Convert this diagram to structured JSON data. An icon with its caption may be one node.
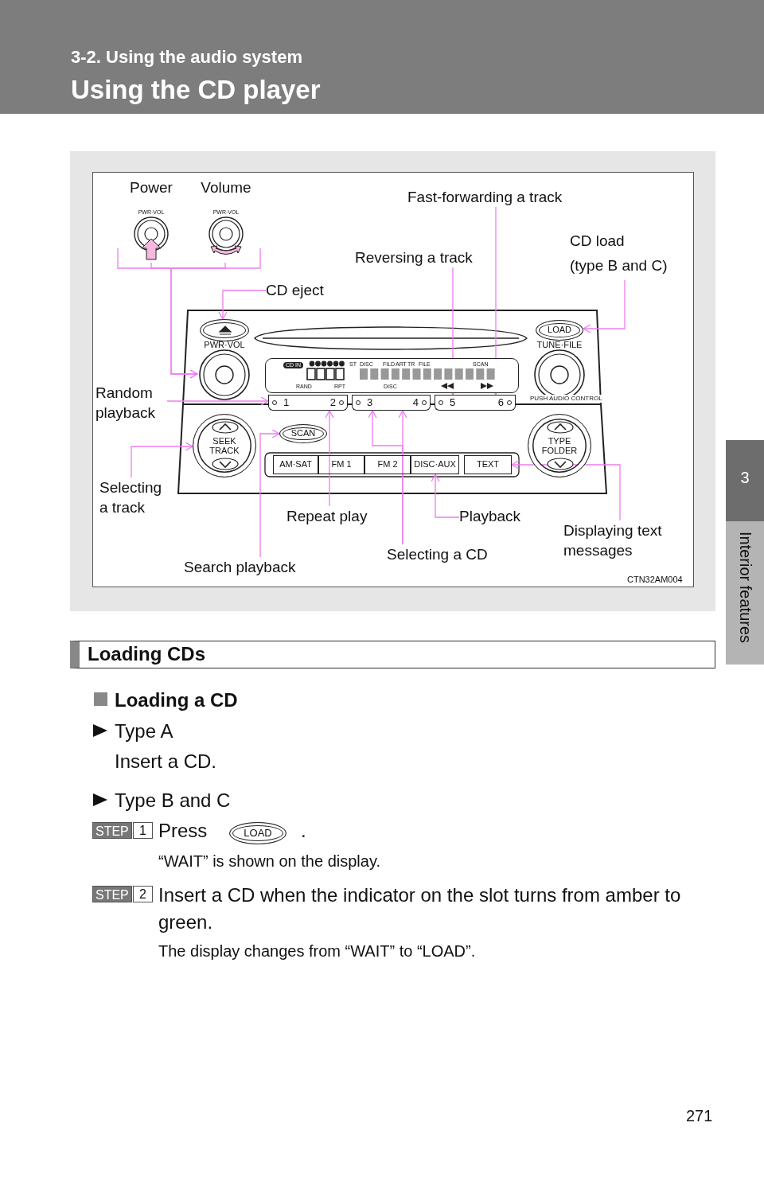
{
  "diagram": {
    "title": "Using the CD player",
    "nodes": [
      {
        "text": [
          "Power",
          "PWR·VOL"
        ]
      },
      {
        "text": [
          "Volume",
          "PWR·VOL"
        ]
      },
      {
        "text": [
          "Fast-forwarding a track"
        ]
      },
      {
        "text": [
          "CD load",
          "(type B and C)"
        ]
      },
      {
        "text": [
          "Reversing a track"
        ]
      },
      {
        "text": [
          "CD eject"
        ]
      },
      {
        "text": [],
        "shape": "button"
      },
      {
        "text": [
          "LOAD"
        ]
      },
      {
        "text": [
          "PWR·VOL"
        ]
      },
      {
        "text": [
          "CD IN",
          "ST",
          "DISC",
          "FILD",
          "ART",
          "TR",
          "FILE",
          "SCAN",
          "RAND",
          "RPT",
          "DISC"
        ]
      },
      {
        "text": [
          "TUNE·FILE"
        ]
      },
      {
        "text": [
          "Random playback"
        ]
      },
      {
        "text": [
          "1"
        ]
      },
      {
        "text": [
          "2"
        ]
      },
      {
        "text": [
          "3"
        ]
      },
      {
        "text": [
          "4"
        ]
      },
      {
        "text": [
          "5"
        ]
      },
      {
        "text": [
          "6"
        ]
      },
      {
        "text": [
          "SEEK TRACK"
        ]
      },
      {
        "text": [
          "SCAN"
        ]
      },
      {
        "text": [
          "TYPE FOLDER"
        ]
      },
      {
        "text": [
          "AM·SAT"
        ]
      },
      {
        "text": [
          "FM 1"
        ]
      },
      {
        "text": [
          "FM 2"
        ]
      },
      {
        "text": [
          "DISC·AUX"
        ]
      },
      {
        "text": [
          "TEXT"
        ]
      },
      {
        "text": [
          "Selecting a track"
        ]
      },
      {
        "text": [
          "Repeat play"
        ]
      },
      {
        "text": [
          "Playback"
        ]
      },
      {
        "text": [
          "Displaying text messages"
        ]
      },
      {
        "text": [
          "Selecting a CD"
        ]
      },
      {
        "text": [
          "Search playback"
        ]
      },
      {
        "text": [
          "LOAD"
        ]
      }
    ],
    "edges": [
      {
        "from": 0,
        "to": 8,
        "arrow": "to"
      },
      {
        "from": 1,
        "to": 8,
        "arrow": "to"
      },
      {
        "from": 5,
        "to": 6,
        "arrow": "to"
      },
      {
        "from": 2,
        "to": 17,
        "arrow": "to"
      },
      {
        "from": 4,
        "to": 16,
        "arrow": "to"
      },
      {
        "from": 3,
        "to": 7,
        "arrow": "to"
      },
      {
        "from": 11,
        "to": 12,
        "arrow": "to"
      },
      {
        "from": 26,
        "to": 18,
        "arrow": "to"
      },
      {
        "from": 27,
        "to": 13,
        "arrow": "to"
      },
      {
        "from": 28,
        "to": 24,
        "arrow": "to"
      },
      {
        "from": 29,
        "to": 25,
        "arrow": "to"
      },
      {
        "from": 30,
        "to": 14,
        "arrow": "to"
      },
      {
        "from": 30,
        "to": 15,
        "arrow": "to"
      },
      {
        "from": 31,
        "to": 19,
        "arrow": "to"
      }
    ],
    "labels": [
      "3-2. Using the audio system",
      "PUSH AUDIO CONTROL",
      "CTN32AM004",
      "3",
      "Interior features",
      "Loading CDs",
      "Loading a CD",
      "Type A",
      "Insert a CD.",
      "Type B and C",
      "STEP",
      "1",
      "Press",
      ".",
      "“WAIT” is shown on the display.",
      "STEP",
      "2",
      "Insert a CD when the indicator on the slot turns from amber to green.",
      "The display changes from “WAIT” to “LOAD”.",
      "271"
    ]
  }
}
